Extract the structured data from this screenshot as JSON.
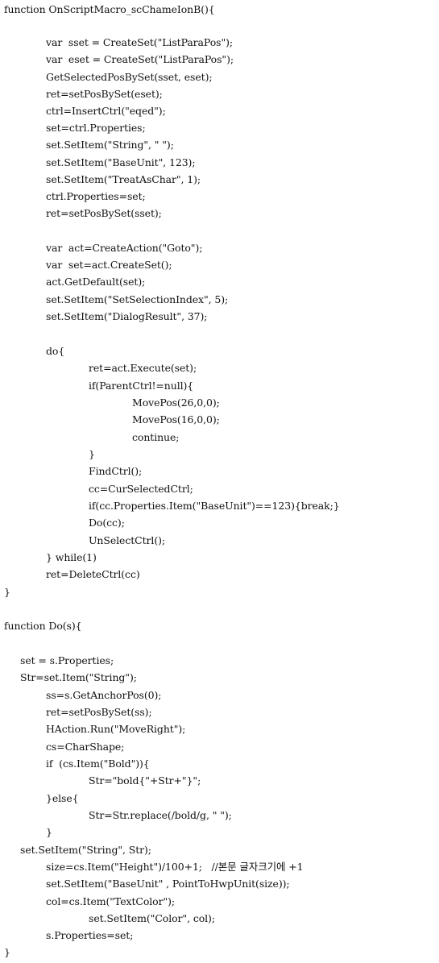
{
  "document": {
    "lines": [
      "function OnScriptMacro_scChameIonB(){",
      "",
      "var  sset = CreateSet(\"ListParaPos\");",
      "var  eset = CreateSet(\"ListParaPos\");",
      "GetSelectedPosBySet(sset, eset);",
      "ret=setPosBySet(eset);",
      "ctrl=InsertCtrl(\"eqed\");",
      "set=ctrl.Properties;",
      "set.SetItem(\"String\", \" \");",
      "set.SetItem(\"BaseUnit\", 123);",
      "set.SetItem(\"TreatAsChar\", 1);",
      "ctrl.Properties=set;",
      "ret=setPosBySet(sset);",
      "",
      "var  act=CreateAction(\"Goto\");",
      "var  set=act.CreateSet();",
      "act.GetDefault(set);",
      "set.SetItem(\"SetSelectionIndex\", 5);",
      "set.SetItem(\"DialogResult\", 37);",
      "",
      "do{",
      "ret=act.Execute(set);",
      "if(ParentCtrl!=null){",
      "MovePos(26,0,0);",
      "MovePos(16,0,0);",
      "continue;",
      "}",
      "FindCtrl();",
      "cc=CurSelectedCtrl;",
      "if(cc.Properties.Item(\"BaseUnit\")==123){break;}",
      "Do(cc);",
      "UnSelectCtrl();",
      "} while(1)",
      "ret=DeleteCtrl(cc)",
      "}",
      "",
      "function Do(s){",
      "",
      "set = s.Properties;",
      "Str=set.Item(\"String\");",
      "ss=s.GetAnchorPos(0);",
      "ret=setPosBySet(ss);",
      "HAction.Run(\"MoveRight\");",
      "cs=CharShape;",
      "if  (cs.Item(\"Bold\")){",
      "Str=\"bold{\"+Str+\"}\";",
      "}else{",
      "Str=Str.replace(/bold/g, \" \");",
      "}",
      "set.SetItem(\"String\", Str);",
      "size=cs.Item(\"Height\")/100+1;   //본문 글자크기에 +1",
      "set.SetItem(\"BaseUnit\" , PointToHwpUnit(size));",
      "col=cs.Item(\"TextColor\");",
      "set.SetItem(\"Color\", col);",
      "s.Properties=set;",
      "}"
    ]
  }
}
